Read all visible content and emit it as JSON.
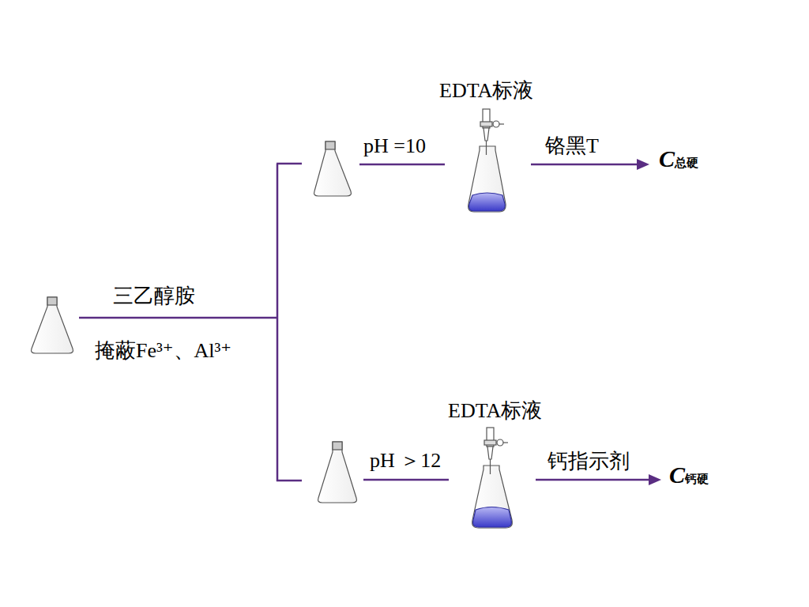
{
  "diagram": {
    "labels": [
      "EDTA标液",
      "pH =10",
      "铬黑T",
      "C总硬",
      "三乙醇胺",
      "掩蔽Fe³⁺、Al³⁺",
      "EDTA标液",
      "pH ＞12",
      "钙指示剂",
      "C钙硬"
    ]
  }
}
